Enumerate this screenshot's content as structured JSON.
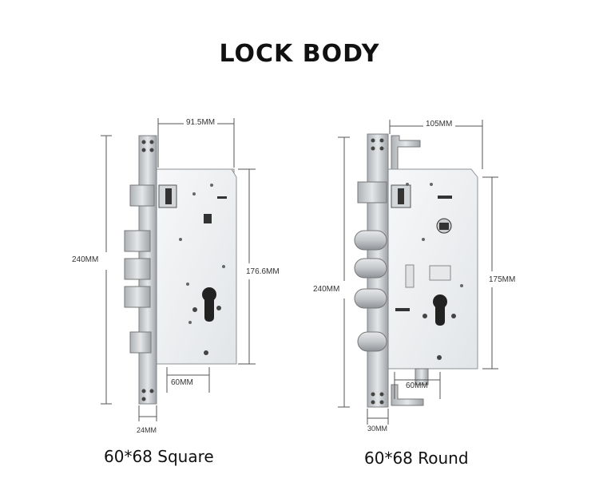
{
  "title": "LOCK BODY",
  "left": {
    "caption": "60*68 Square",
    "dims": {
      "width_top": "91.5MM",
      "height_total": "240MM",
      "height_case": "176.6MM",
      "bottom_width": "60MM",
      "faceplate": "24MM"
    }
  },
  "right": {
    "caption": "60*68 Round",
    "dims": {
      "width_top": "105MM",
      "height_total": "240MM",
      "height_case": "175MM",
      "bottom_width": "60MM",
      "faceplate": "30MM"
    }
  },
  "colors": {
    "case": "#eef0f2",
    "plate": "#c9cccf",
    "line": "#555555"
  }
}
